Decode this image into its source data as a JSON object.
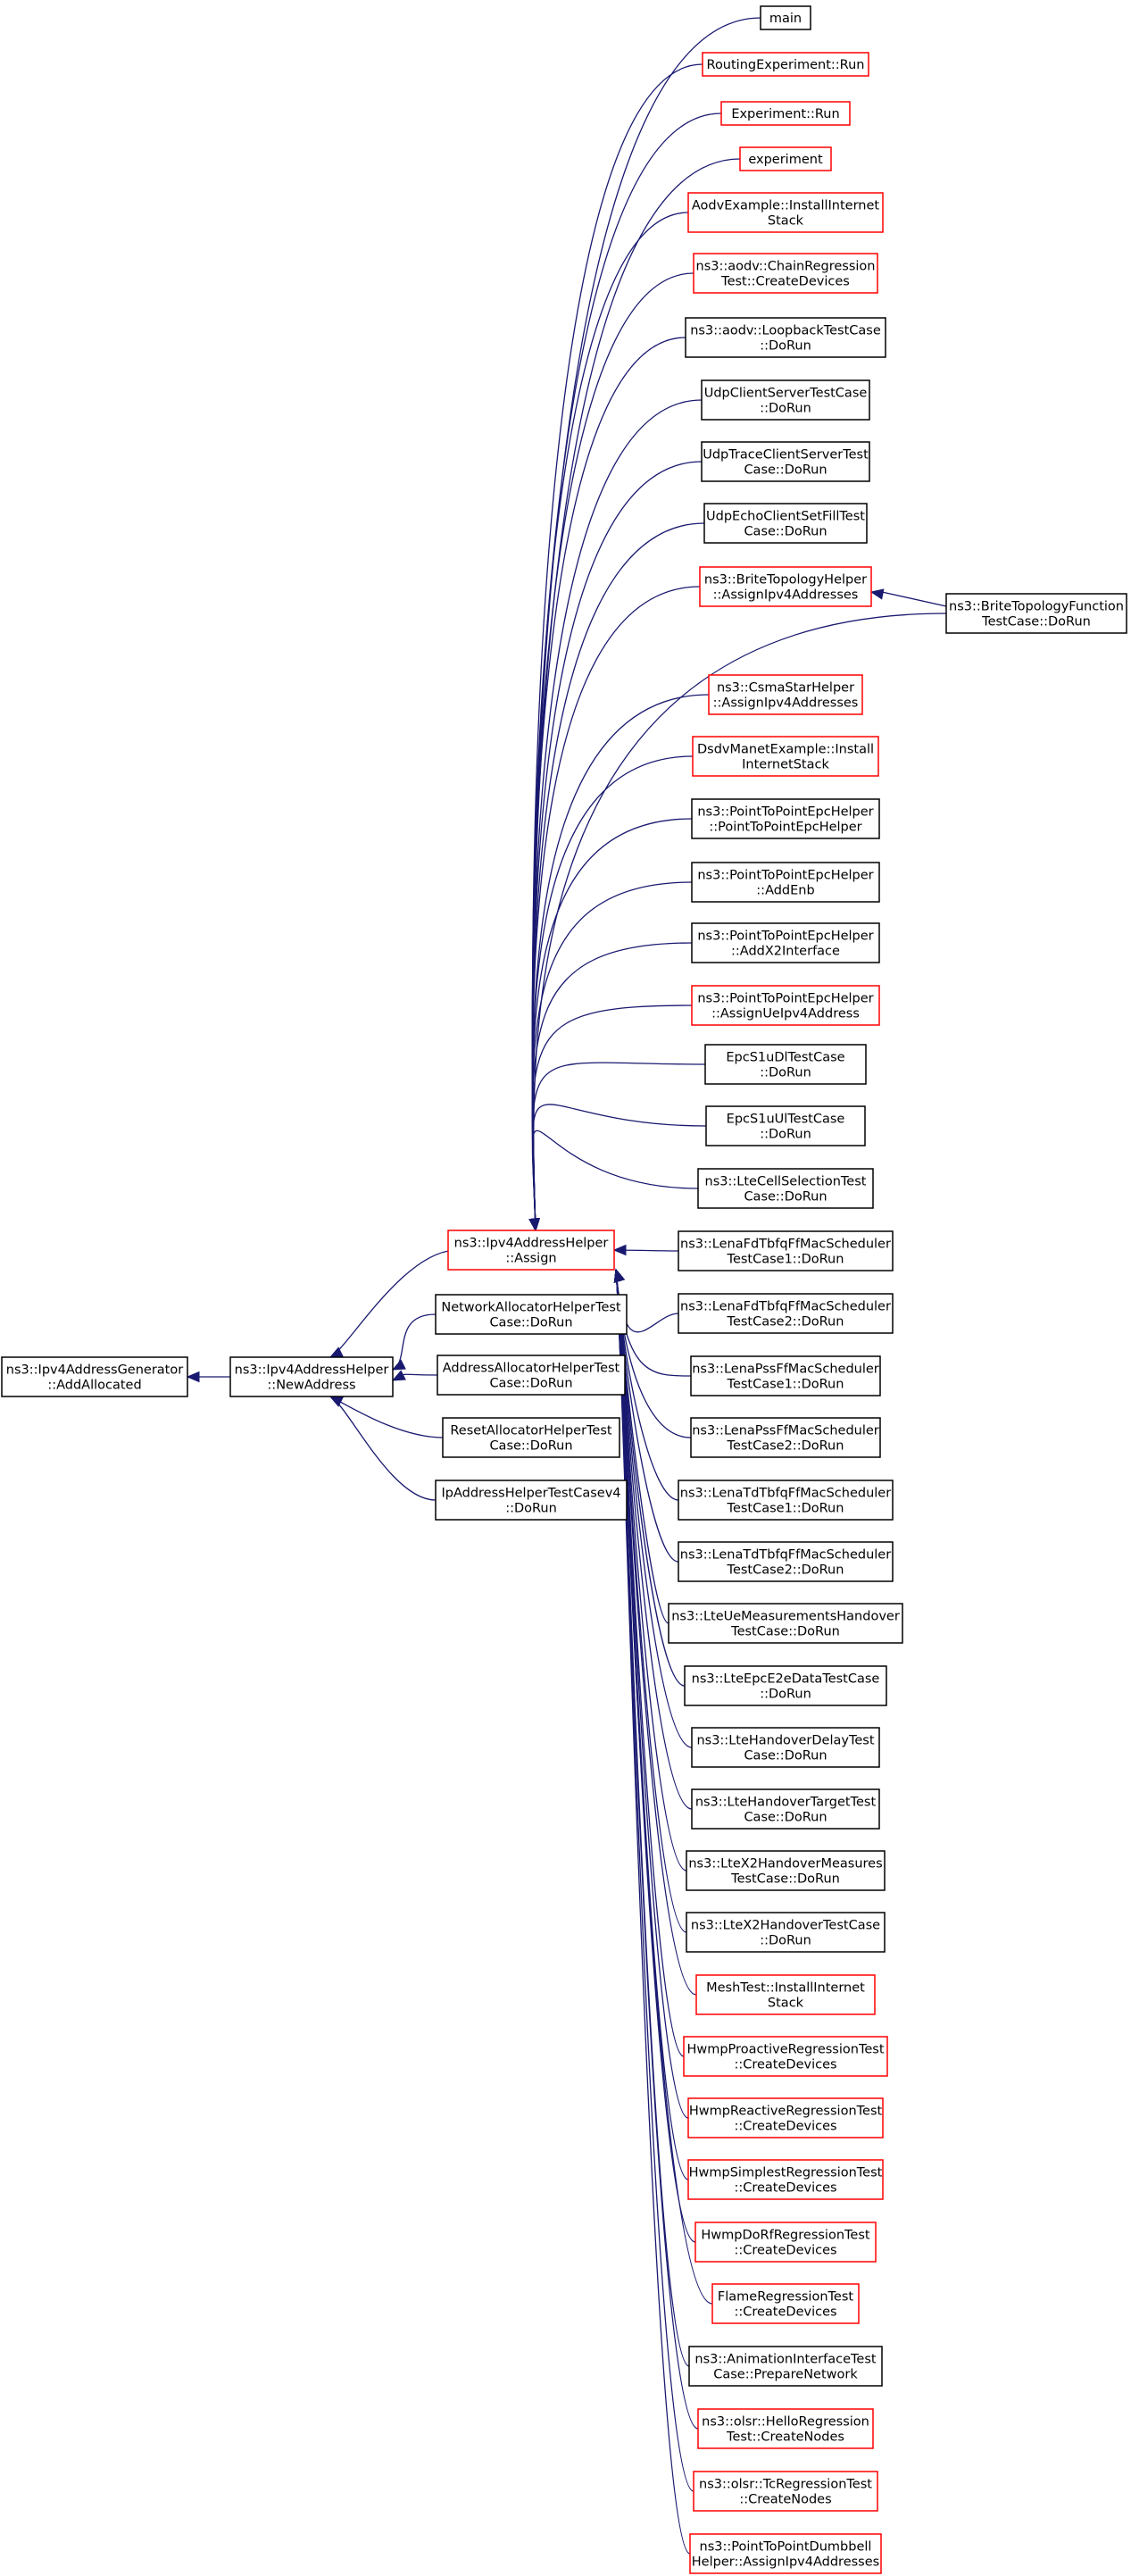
{
  "colors": {
    "edge": "#191970",
    "border_ok": "#000000",
    "border_incomplete": "#ff0000",
    "focus_fill": "#bfbfbf"
  },
  "nodes": [
    {
      "id": "n0",
      "lines": [
        "ns3::Ipv4AddressGenerator",
        "::AddAllocated"
      ],
      "kind": "focus"
    },
    {
      "id": "n1",
      "lines": [
        "ns3::Ipv4AddressHelper",
        "::NewAddress"
      ],
      "kind": "normal"
    },
    {
      "id": "n2",
      "lines": [
        "ns3::Ipv4AddressHelper",
        "::Assign"
      ],
      "kind": "incomplete"
    },
    {
      "id": "n3",
      "lines": [
        "NetworkAllocatorHelperTest",
        "Case::DoRun"
      ],
      "kind": "normal"
    },
    {
      "id": "n4",
      "lines": [
        "AddressAllocatorHelperTest",
        "Case::DoRun"
      ],
      "kind": "normal"
    },
    {
      "id": "n5",
      "lines": [
        "ResetAllocatorHelperTest",
        "Case::DoRun"
      ],
      "kind": "normal"
    },
    {
      "id": "n6",
      "lines": [
        "IpAddressHelperTestCasev4",
        "::DoRun"
      ],
      "kind": "normal"
    },
    {
      "id": "c0",
      "lines": [
        "main"
      ],
      "kind": "normal"
    },
    {
      "id": "c1",
      "lines": [
        "RoutingExperiment::Run"
      ],
      "kind": "incomplete"
    },
    {
      "id": "c2",
      "lines": [
        "Experiment::Run"
      ],
      "kind": "incomplete"
    },
    {
      "id": "c3",
      "lines": [
        "experiment"
      ],
      "kind": "incomplete"
    },
    {
      "id": "c4",
      "lines": [
        "AodvExample::InstallInternet",
        "Stack"
      ],
      "kind": "incomplete"
    },
    {
      "id": "c5",
      "lines": [
        "ns3::aodv::ChainRegression",
        "Test::CreateDevices"
      ],
      "kind": "incomplete"
    },
    {
      "id": "c6",
      "lines": [
        "ns3::aodv::LoopbackTestCase",
        "::DoRun"
      ],
      "kind": "normal"
    },
    {
      "id": "c7",
      "lines": [
        "UdpClientServerTestCase",
        "::DoRun"
      ],
      "kind": "normal"
    },
    {
      "id": "c8",
      "lines": [
        "UdpTraceClientServerTest",
        "Case::DoRun"
      ],
      "kind": "normal"
    },
    {
      "id": "c9",
      "lines": [
        "UdpEchoClientSetFillTest",
        "Case::DoRun"
      ],
      "kind": "normal"
    },
    {
      "id": "c10",
      "lines": [
        "ns3::BriteTopologyHelper",
        "::AssignIpv4Addresses"
      ],
      "kind": "incomplete"
    },
    {
      "id": "c11",
      "lines": [
        "ns3::CsmaStarHelper",
        "::AssignIpv4Addresses"
      ],
      "kind": "incomplete"
    },
    {
      "id": "c12",
      "lines": [
        "DsdvManetExample::Install",
        "InternetStack"
      ],
      "kind": "incomplete"
    },
    {
      "id": "c13",
      "lines": [
        "ns3::PointToPointEpcHelper",
        "::PointToPointEpcHelper"
      ],
      "kind": "normal"
    },
    {
      "id": "c14",
      "lines": [
        "ns3::PointToPointEpcHelper",
        "::AddEnb"
      ],
      "kind": "normal"
    },
    {
      "id": "c15",
      "lines": [
        "ns3::PointToPointEpcHelper",
        "::AddX2Interface"
      ],
      "kind": "normal"
    },
    {
      "id": "c16",
      "lines": [
        "ns3::PointToPointEpcHelper",
        "::AssignUeIpv4Address"
      ],
      "kind": "incomplete"
    },
    {
      "id": "c17",
      "lines": [
        "EpcS1uDlTestCase",
        "::DoRun"
      ],
      "kind": "normal"
    },
    {
      "id": "c18",
      "lines": [
        "EpcS1uUlTestCase",
        "::DoRun"
      ],
      "kind": "normal"
    },
    {
      "id": "c19",
      "lines": [
        "ns3::LteCellSelectionTest",
        "Case::DoRun"
      ],
      "kind": "normal"
    },
    {
      "id": "c20",
      "lines": [
        "ns3::LenaFdTbfqFfMacScheduler",
        "TestCase1::DoRun"
      ],
      "kind": "normal"
    },
    {
      "id": "c21",
      "lines": [
        "ns3::LenaFdTbfqFfMacScheduler",
        "TestCase2::DoRun"
      ],
      "kind": "normal"
    },
    {
      "id": "c22",
      "lines": [
        "ns3::LenaPssFfMacScheduler",
        "TestCase1::DoRun"
      ],
      "kind": "normal"
    },
    {
      "id": "c23",
      "lines": [
        "ns3::LenaPssFfMacScheduler",
        "TestCase2::DoRun"
      ],
      "kind": "normal"
    },
    {
      "id": "c24",
      "lines": [
        "ns3::LenaTdTbfqFfMacScheduler",
        "TestCase1::DoRun"
      ],
      "kind": "normal"
    },
    {
      "id": "c25",
      "lines": [
        "ns3::LenaTdTbfqFfMacScheduler",
        "TestCase2::DoRun"
      ],
      "kind": "normal"
    },
    {
      "id": "c26",
      "lines": [
        "ns3::LteUeMeasurementsHandover",
        "TestCase::DoRun"
      ],
      "kind": "normal"
    },
    {
      "id": "c27",
      "lines": [
        "ns3::LteEpcE2eDataTestCase",
        "::DoRun"
      ],
      "kind": "normal"
    },
    {
      "id": "c28",
      "lines": [
        "ns3::LteHandoverDelayTest",
        "Case::DoRun"
      ],
      "kind": "normal"
    },
    {
      "id": "c29",
      "lines": [
        "ns3::LteHandoverTargetTest",
        "Case::DoRun"
      ],
      "kind": "normal"
    },
    {
      "id": "c30",
      "lines": [
        "ns3::LteX2HandoverMeasures",
        "TestCase::DoRun"
      ],
      "kind": "normal"
    },
    {
      "id": "c31",
      "lines": [
        "ns3::LteX2HandoverTestCase",
        "::DoRun"
      ],
      "kind": "normal"
    },
    {
      "id": "c32",
      "lines": [
        "MeshTest::InstallInternet",
        "Stack"
      ],
      "kind": "incomplete"
    },
    {
      "id": "c33",
      "lines": [
        "HwmpProactiveRegressionTest",
        "::CreateDevices"
      ],
      "kind": "incomplete"
    },
    {
      "id": "c34",
      "lines": [
        "HwmpReactiveRegressionTest",
        "::CreateDevices"
      ],
      "kind": "incomplete"
    },
    {
      "id": "c35",
      "lines": [
        "HwmpSimplestRegressionTest",
        "::CreateDevices"
      ],
      "kind": "incomplete"
    },
    {
      "id": "c36",
      "lines": [
        "HwmpDoRfRegressionTest",
        "::CreateDevices"
      ],
      "kind": "incomplete"
    },
    {
      "id": "c37",
      "lines": [
        "FlameRegressionTest",
        "::CreateDevices"
      ],
      "kind": "incomplete"
    },
    {
      "id": "c38",
      "lines": [
        "ns3::AnimationInterfaceTest",
        "Case::PrepareNetwork"
      ],
      "kind": "normal"
    },
    {
      "id": "c39",
      "lines": [
        "ns3::olsr::HelloRegression",
        "Test::CreateNodes"
      ],
      "kind": "incomplete"
    },
    {
      "id": "c40",
      "lines": [
        "ns3::olsr::TcRegressionTest",
        "::CreateNodes"
      ],
      "kind": "incomplete"
    },
    {
      "id": "c41",
      "lines": [
        "ns3::PointToPointDumbbell",
        "Helper::AssignIpv4Addresses"
      ],
      "kind": "incomplete"
    },
    {
      "id": "b0",
      "lines": [
        "ns3::BriteTopologyFunction",
        "TestCase::DoRun"
      ],
      "kind": "normal"
    }
  ],
  "edges": [
    {
      "from": "n1",
      "to": "n0"
    },
    {
      "from": "n2",
      "to": "n1"
    },
    {
      "from": "n3",
      "to": "n1"
    },
    {
      "from": "n4",
      "to": "n1"
    },
    {
      "from": "n5",
      "to": "n1"
    },
    {
      "from": "n6",
      "to": "n1"
    },
    {
      "from": "c0",
      "to": "n2"
    },
    {
      "from": "c1",
      "to": "n2"
    },
    {
      "from": "c2",
      "to": "n2"
    },
    {
      "from": "c3",
      "to": "n2"
    },
    {
      "from": "c4",
      "to": "n2"
    },
    {
      "from": "c5",
      "to": "n2"
    },
    {
      "from": "c6",
      "to": "n2"
    },
    {
      "from": "c7",
      "to": "n2"
    },
    {
      "from": "c8",
      "to": "n2"
    },
    {
      "from": "c9",
      "to": "n2"
    },
    {
      "from": "c10",
      "to": "n2"
    },
    {
      "from": "b0",
      "to": "n2"
    },
    {
      "from": "c11",
      "to": "n2"
    },
    {
      "from": "c12",
      "to": "n2"
    },
    {
      "from": "c13",
      "to": "n2"
    },
    {
      "from": "c14",
      "to": "n2"
    },
    {
      "from": "c15",
      "to": "n2"
    },
    {
      "from": "c16",
      "to": "n2"
    },
    {
      "from": "c17",
      "to": "n2"
    },
    {
      "from": "c18",
      "to": "n2"
    },
    {
      "from": "c19",
      "to": "n2"
    },
    {
      "from": "c20",
      "to": "n2"
    },
    {
      "from": "c21",
      "to": "n2"
    },
    {
      "from": "c22",
      "to": "n2"
    },
    {
      "from": "c23",
      "to": "n2"
    },
    {
      "from": "c24",
      "to": "n2"
    },
    {
      "from": "c25",
      "to": "n2"
    },
    {
      "from": "c26",
      "to": "n2"
    },
    {
      "from": "c27",
      "to": "n2"
    },
    {
      "from": "c28",
      "to": "n2"
    },
    {
      "from": "c29",
      "to": "n2"
    },
    {
      "from": "c30",
      "to": "n2"
    },
    {
      "from": "c31",
      "to": "n2"
    },
    {
      "from": "c32",
      "to": "n2"
    },
    {
      "from": "c33",
      "to": "n2"
    },
    {
      "from": "c34",
      "to": "n2"
    },
    {
      "from": "c35",
      "to": "n2"
    },
    {
      "from": "c36",
      "to": "n2"
    },
    {
      "from": "c37",
      "to": "n2"
    },
    {
      "from": "c38",
      "to": "n2"
    },
    {
      "from": "c39",
      "to": "n2"
    },
    {
      "from": "c40",
      "to": "n2"
    },
    {
      "from": "c41",
      "to": "n2"
    },
    {
      "from": "b0",
      "to": "c10"
    }
  ]
}
